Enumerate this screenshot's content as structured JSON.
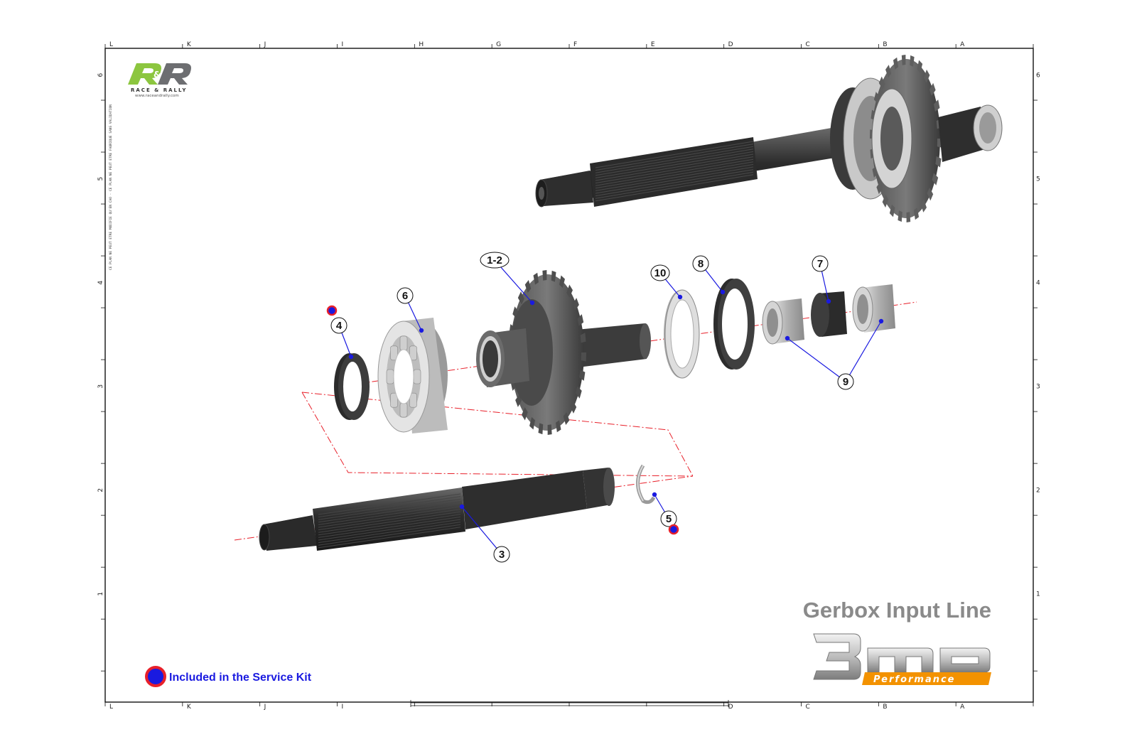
{
  "frame": {
    "column_letters": [
      "L",
      "K",
      "J",
      "I",
      "H",
      "G",
      "F",
      "E",
      "D",
      "C",
      "B",
      "A"
    ],
    "row_numbers": [
      "6",
      "5",
      "4",
      "3",
      "2",
      "1"
    ],
    "bottom_letters": [
      "L",
      "K",
      "J",
      "I",
      "D",
      "C",
      "B",
      "A"
    ],
    "side_note": "CE PLAN NE PEUT ETRE MODIFIE QU'EN CAO - CE PLAN NE PEUT ETRE FABRIQUE SANS VALIDATION"
  },
  "logo": {
    "mark": "R&R",
    "subtitle": "RACE & RALLY",
    "url": "www.raceandrally.com",
    "colors": {
      "green": "#8cc63f",
      "grey": "#6d6e71"
    }
  },
  "callouts": [
    {
      "id": "c1",
      "label": "1-2"
    },
    {
      "id": "c3",
      "label": "3"
    },
    {
      "id": "c4",
      "label": "4"
    },
    {
      "id": "c5",
      "label": "5"
    },
    {
      "id": "c6",
      "label": "6"
    },
    {
      "id": "c7",
      "label": "7"
    },
    {
      "id": "c8",
      "label": "8"
    },
    {
      "id": "c9",
      "label": "9"
    },
    {
      "id": "c10",
      "label": "10"
    }
  ],
  "title": "Gerbox Input Line",
  "brand": {
    "name": "3mo",
    "tagline": "Performance",
    "colors": {
      "orange": "#f39200",
      "silver": "#c9c9c9"
    }
  },
  "legend": {
    "label": "Included in the Service Kit",
    "marker_fill": "#1a1ae0",
    "marker_ring": "#e8202a"
  },
  "colors": {
    "leader": "#1a1ae0",
    "centerline": "#e8202a",
    "part_dark": "#3d3d3d",
    "part_light": "#bdbdbd"
  }
}
